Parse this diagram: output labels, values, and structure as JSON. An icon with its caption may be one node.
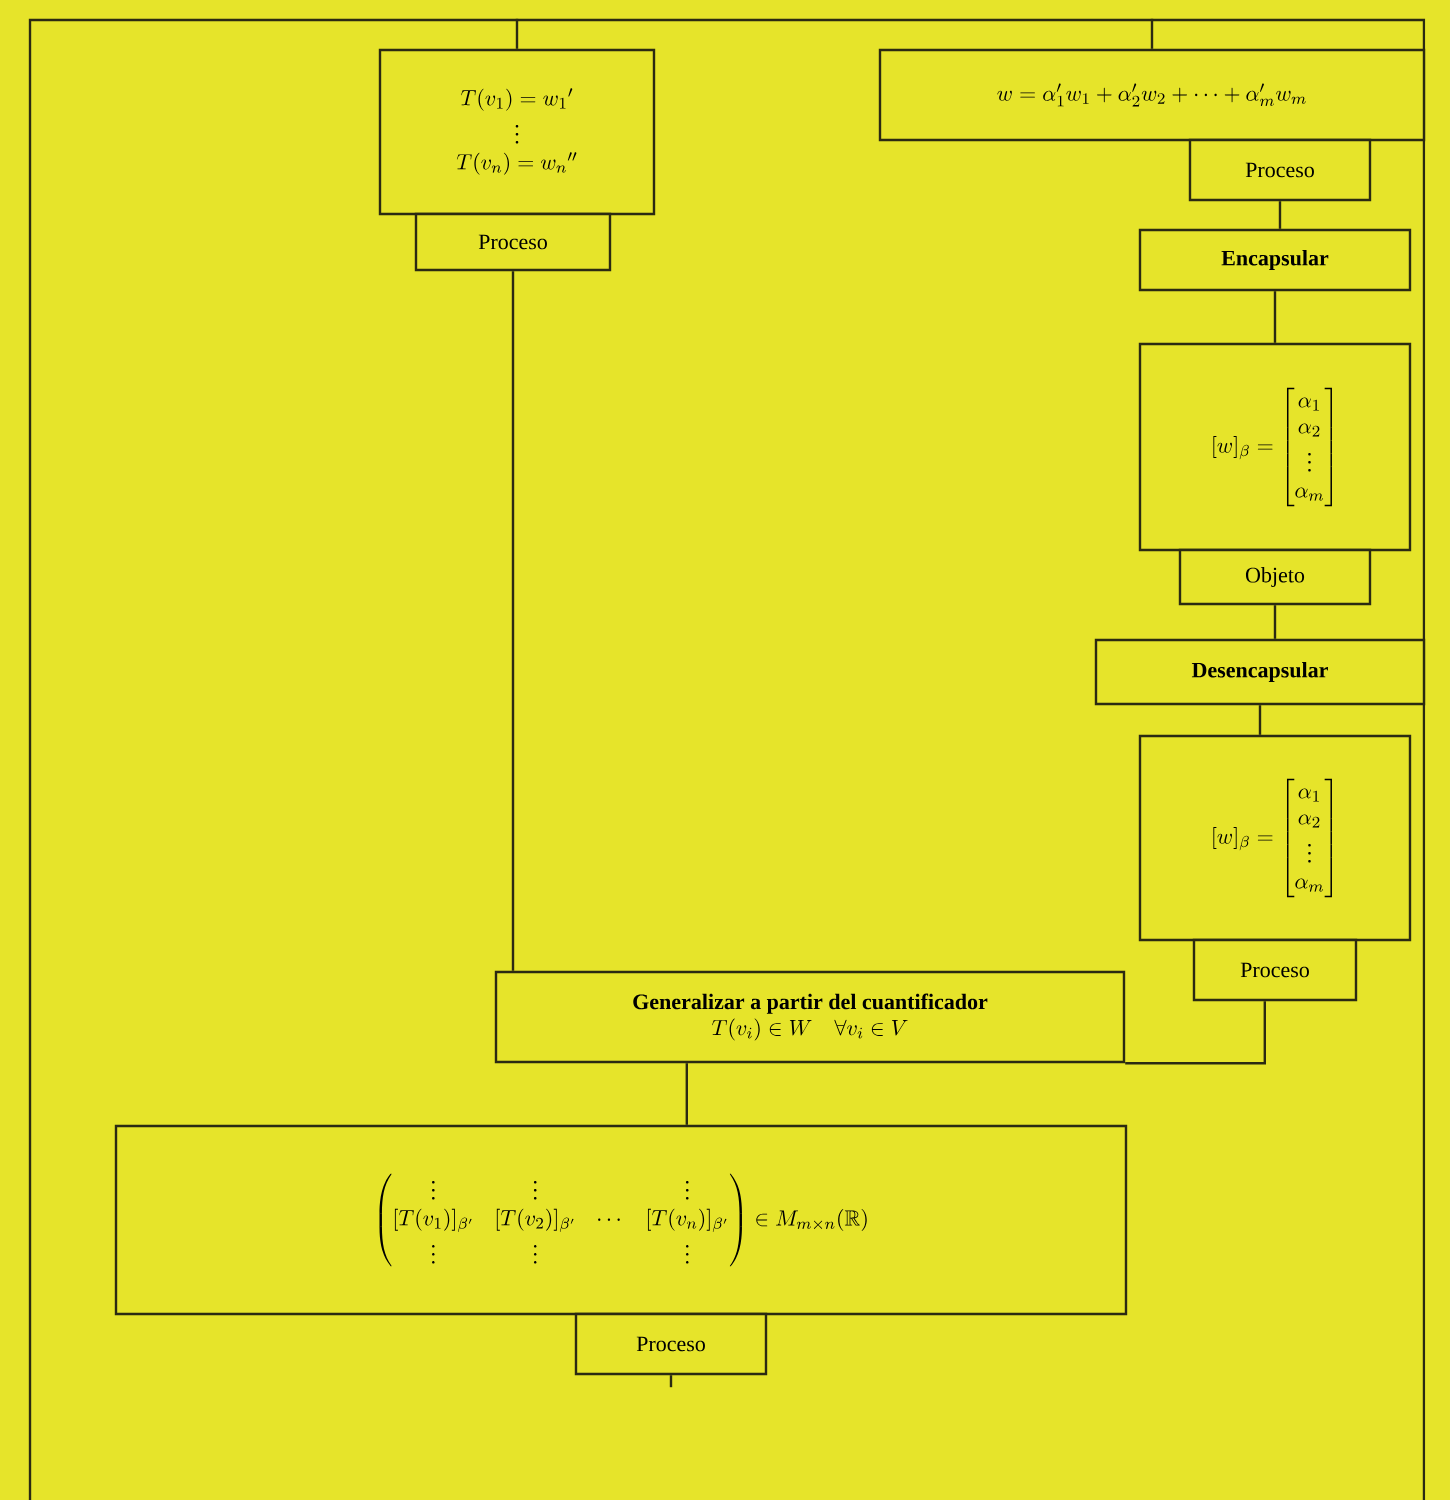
{
  "diagram": {
    "nodes": [
      {
        "text": [
          "\\begin{array}{c} T(v_1) = w_1{}' \\\\ \\vdots \\\\ T(v_n) = w_n{}'' \\end{array}"
        ]
      },
      {
        "text": [
          "Proceso"
        ]
      },
      {
        "text": [
          "w = \\alpha'_1 w_1 + \\alpha'_2 w_2 + \\dots + \\alpha'_m w_m"
        ]
      },
      {
        "text": [
          "Proceso"
        ]
      },
      {
        "text": [
          "Encapsular"
        ]
      },
      {
        "text": [
          "[w]_{\\beta} = \\begin{bmatrix} \\alpha_1 \\\\ \\alpha_2 \\\\ \\vdots \\\\ \\alpha_m \\end{bmatrix}"
        ]
      },
      {
        "text": [
          "Objeto"
        ]
      },
      {
        "text": [
          "Desencapsular"
        ]
      },
      {
        "text": [
          "[w]_{\\beta} = \\begin{bmatrix} \\alpha_1 \\\\ \\alpha_2 \\\\ \\vdots \\\\ \\alpha_m \\end{bmatrix}"
        ]
      },
      {
        "text": [
          "Proceso"
        ]
      },
      {
        "text": [
          "Generalizar a partir del cuantificador",
          "T(v_i) \\in W \\quad \\forall v_i \\in V"
        ]
      },
      {
        "text": [
          "\\begin{pmatrix} \\vdots & \\vdots & & \\vdots \\\\ [T(v_1)]_{\\beta'} & [T(v_2)]_{\\beta'} & \\cdots & [T(v_n)]_{\\beta'} \\\\ \\vdots & \\vdots & & \\vdots \\end{pmatrix} \\in M_{m \\times n}(\\mathbb{R})"
        ]
      },
      {
        "text": [
          "Proceso"
        ]
      }
    ],
    "edges": [
      {
        "from": null,
        "to": 0,
        "arrow": "none"
      },
      {
        "from": null,
        "to": 2,
        "arrow": "none"
      },
      {
        "from": 3,
        "to": 4,
        "arrow": "none"
      },
      {
        "from": 4,
        "to": 5,
        "arrow": "none"
      },
      {
        "from": 6,
        "to": 7,
        "arrow": "none"
      },
      {
        "from": 7,
        "to": 8,
        "arrow": "none"
      },
      {
        "from": 1,
        "to": 10,
        "arrow": "none"
      },
      {
        "from": 9,
        "to": 10,
        "arrow": "none"
      },
      {
        "from": 10,
        "to": 11,
        "arrow": "none"
      },
      {
        "from": 12,
        "to": null,
        "arrow": "none"
      }
    ]
  }
}
